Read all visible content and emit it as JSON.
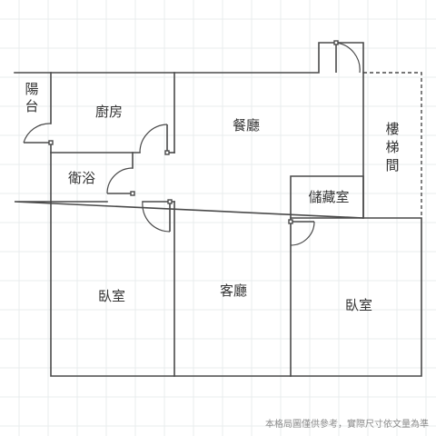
{
  "rooms": {
    "balcony_line1": "陽",
    "balcony_line2": "台",
    "kitchen": "廚房",
    "dining": "餐廳",
    "stair_line1": "樓",
    "stair_line2": "梯",
    "stair_line3": "間",
    "bathroom": "衛浴",
    "storage": "儲藏室",
    "bedroom_left": "臥室",
    "living": "客廳",
    "bedroom_right": "臥室"
  },
  "disclaimer": "本格局圖僅供參考，實際尺寸依文量為準",
  "colors": {
    "wall": "#4a4a4a",
    "grid": "#e9ecee",
    "text": "#333333",
    "note": "#8a8a8a"
  }
}
